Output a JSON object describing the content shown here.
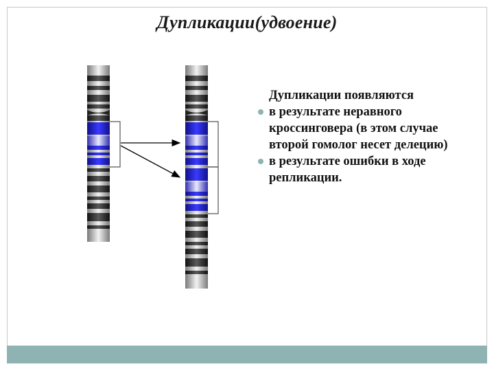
{
  "slide": {
    "title": "Дупликации(удвоение)",
    "intro": "Дупликации появляются",
    "bullets": [
      "в результате неравного кроссинговера (в этом случае второй гомолог несет делецию)",
      "в результате ошибки в ходе репликации."
    ]
  },
  "colors": {
    "title_text": "#1a1a1a",
    "accent_bar": "#8fb3b3",
    "duplicated_band": "#1a1acc",
    "light_band": "#8c8cff"
  },
  "icons": [
    "bullet-dot-icon",
    "arrow-icon"
  ]
}
